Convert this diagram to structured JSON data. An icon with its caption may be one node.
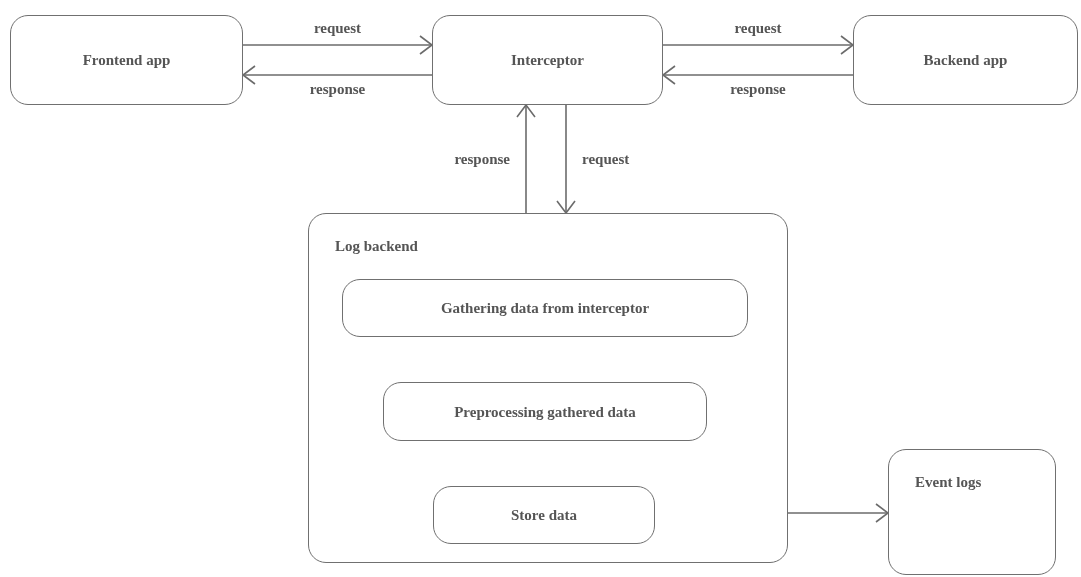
{
  "diagram": {
    "nodes": [
      {
        "text": [
          "Frontend app"
        ]
      },
      {
        "text": [
          "Interceptor"
        ]
      },
      {
        "text": [
          "Backend app"
        ]
      },
      {
        "text": [
          "Log backend"
        ]
      },
      {
        "text": [
          "Gathering data from interceptor"
        ],
        "in": 3
      },
      {
        "text": [
          "Preprocessing gathered data"
        ],
        "in": 3
      },
      {
        "text": [
          "Store data"
        ],
        "in": 3
      },
      {
        "text": [
          "Event logs"
        ]
      }
    ],
    "edges": [
      {
        "from": 0,
        "to": 1,
        "arrow": "to",
        "label": "request"
      },
      {
        "from": 1,
        "to": 0,
        "arrow": "to",
        "label": "response"
      },
      {
        "from": 1,
        "to": 2,
        "arrow": "to",
        "label": "request"
      },
      {
        "from": 2,
        "to": 1,
        "arrow": "to",
        "label": "response"
      },
      {
        "from": 3,
        "to": 1,
        "arrow": "to",
        "label": "response"
      },
      {
        "from": 1,
        "to": 3,
        "arrow": "to",
        "label": "request"
      },
      {
        "from": 6,
        "to": 7,
        "arrow": "to"
      }
    ]
  }
}
